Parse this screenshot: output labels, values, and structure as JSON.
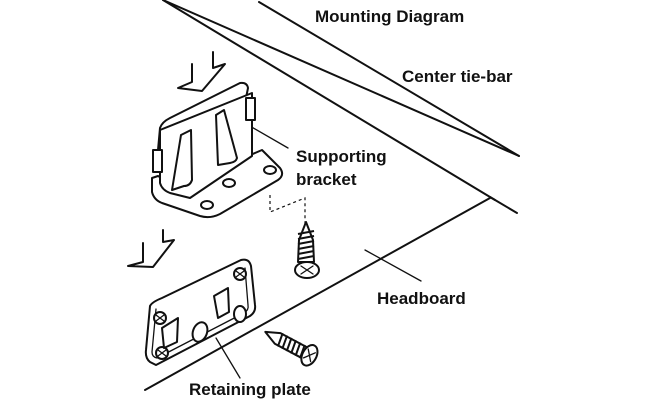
{
  "diagram": {
    "title": "Mounting Diagram",
    "labels": {
      "center_tie_bar": "Center tie-bar",
      "supporting_bracket_line1": "Supporting",
      "supporting_bracket_line2": "bracket",
      "headboard": "Headboard",
      "retaining_plate": "Retaining plate"
    },
    "components": [
      {
        "name": "supporting-bracket",
        "role": "Supporting bracket"
      },
      {
        "name": "retaining-plate",
        "role": "Retaining plate"
      },
      {
        "name": "screw-upper",
        "role": "Wood screw (bracket)"
      },
      {
        "name": "screw-lower",
        "role": "Wood screw (plate)"
      },
      {
        "name": "center-tie-bar",
        "role": "Center tie-bar"
      },
      {
        "name": "headboard",
        "role": "Headboard"
      }
    ],
    "arrows": [
      "down-arrow-bracket",
      "down-arrow-plate"
    ],
    "colors": {
      "ink": "#111111",
      "background": "#ffffff"
    }
  }
}
